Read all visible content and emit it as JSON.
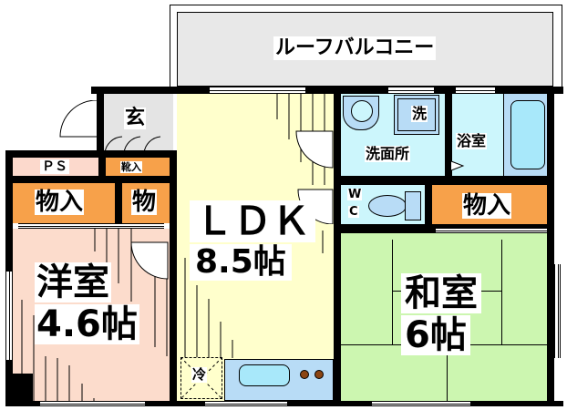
{
  "floorplan": {
    "balcony": {
      "label": "ルーフバルコニー",
      "color": "#e8e8e8"
    },
    "entrance": {
      "label": "玄",
      "color": "#e4e4e4"
    },
    "ps": {
      "label": "ＰＳ",
      "color": "#fcd9cc"
    },
    "shoe_closet": {
      "label": "靴入",
      "color": "#f7a14a"
    },
    "closet_left": {
      "label": "物入",
      "color": "#f7a14a"
    },
    "closet_small": {
      "label": "物",
      "color": "#f7a14a"
    },
    "western_room": {
      "name": "洋室",
      "size": "4.6帖",
      "color": "#fcdccc"
    },
    "ldk": {
      "name": "ＬＤＫ",
      "size": "8.5帖",
      "color": "#ffffcc"
    },
    "refrigerator": {
      "label": "冷"
    },
    "kitchen": {
      "color": "#b8dcf6",
      "burner_color": "#8b4513"
    },
    "washroom": {
      "label": "洗面所",
      "washer_label": "洗",
      "color": "#ccf6fc"
    },
    "bathroom": {
      "label": "浴室",
      "color": "#ccf6fc",
      "tub_color": "#a8e8fa"
    },
    "wc": {
      "label_w": "W",
      "label_c": "C",
      "color": "#ccf6fc"
    },
    "closet_right": {
      "label": "物入",
      "color": "#f7a14a"
    },
    "japanese_room": {
      "name": "和室",
      "size": "6帖",
      "color": "#ccf6b0"
    }
  }
}
